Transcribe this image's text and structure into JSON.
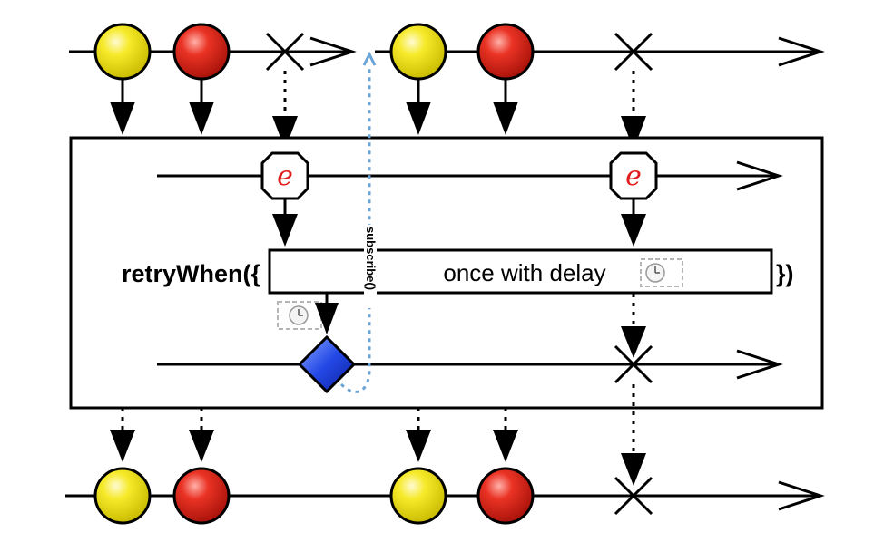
{
  "operator": {
    "prefix": "retryWhen({",
    "suffix": "})",
    "notification_handler_label": "once with delay"
  },
  "subscribe_label": "subscribe()",
  "error_symbol": "e",
  "colors": {
    "yellow_marble": "#f3e600",
    "red_marble": "#e0261b",
    "diamond": "#1f3fe0",
    "subscribe_arrow": "#6aa3d6",
    "error_letter": "#e01b1b"
  },
  "icons": [
    "clock-icon",
    "error-e-icon",
    "cross-icon",
    "diamond-icon"
  ],
  "timelines": {
    "source": [
      "yellow-marble",
      "red-marble",
      "error-terminate",
      "resubscribe",
      "yellow-marble",
      "red-marble",
      "error-terminate"
    ],
    "errors": [
      "error-e",
      "error-e"
    ],
    "notifier": [
      "diamond-emission",
      "error-terminate"
    ],
    "output": [
      "yellow-marble",
      "red-marble",
      "yellow-marble",
      "red-marble",
      "error-terminate"
    ]
  }
}
